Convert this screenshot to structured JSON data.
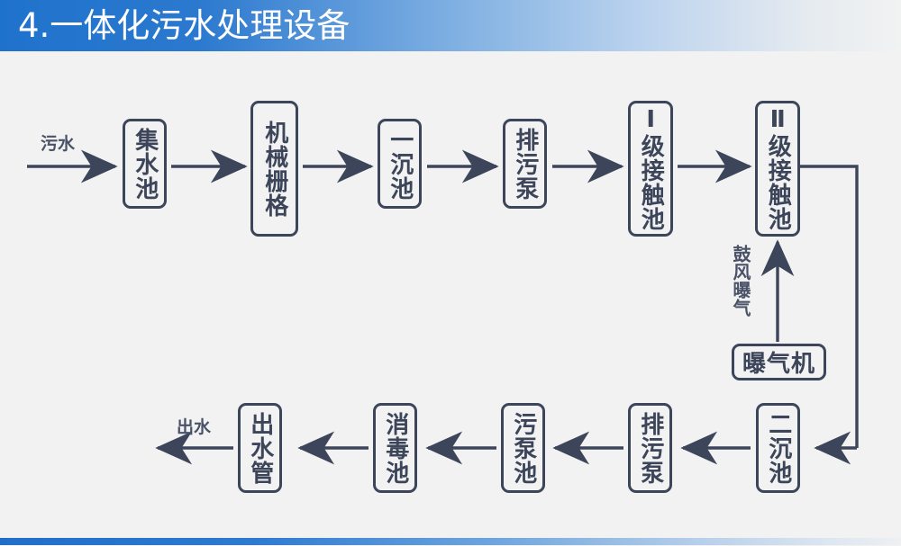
{
  "header": {
    "title": "4.一体化污水处理设备",
    "bg_gradient_from": "#1f72cc",
    "bg_gradient_to": "#f1f2f2"
  },
  "footer": {
    "bg_gradient_from": "#1f6fc9",
    "bg_gradient_to": "#eef0f2"
  },
  "theme": {
    "stroke": "#3c4559",
    "canvas_bg": "#f2f2f2",
    "text": "#3c4559"
  },
  "diagram": {
    "type": "process-flow",
    "title": "一体化污水处理设备",
    "annotations": [
      {
        "id": "inlet",
        "text": "污水"
      },
      {
        "id": "blower-aeration",
        "text": "鼓风曝气"
      },
      {
        "id": "outlet",
        "text": "出水"
      }
    ],
    "nodes": [
      {
        "id": "collection-tank",
        "label": "集水池",
        "row": 1
      },
      {
        "id": "mechanical-grating",
        "label": "机械栅格",
        "row": 1
      },
      {
        "id": "primary-settler",
        "label": "一沉池",
        "row": 1
      },
      {
        "id": "sewage-pump-1",
        "label": "排污泵",
        "row": 1
      },
      {
        "id": "contact-tank-1",
        "label": "Ⅰ级接触池",
        "row": 1
      },
      {
        "id": "contact-tank-2",
        "label": "Ⅱ级接触池",
        "row": 1
      },
      {
        "id": "aerator",
        "label": "曝气机",
        "row": 1.5
      },
      {
        "id": "secondary-settler",
        "label": "二沉池",
        "row": 2
      },
      {
        "id": "sewage-pump-2",
        "label": "排污泵",
        "row": 2
      },
      {
        "id": "sludge-pump-tank",
        "label": "污泵池",
        "row": 2
      },
      {
        "id": "disinfection-tank",
        "label": "消毒池",
        "row": 2
      },
      {
        "id": "outlet-pipe",
        "label": "出水管",
        "row": 2
      }
    ],
    "edges": [
      {
        "from": "inlet",
        "to": "collection-tank"
      },
      {
        "from": "collection-tank",
        "to": "mechanical-grating"
      },
      {
        "from": "mechanical-grating",
        "to": "primary-settler"
      },
      {
        "from": "primary-settler",
        "to": "sewage-pump-1"
      },
      {
        "from": "sewage-pump-1",
        "to": "contact-tank-1"
      },
      {
        "from": "contact-tank-1",
        "to": "contact-tank-2"
      },
      {
        "from": "aerator",
        "to": "contact-tank-2",
        "label": "鼓风曝气"
      },
      {
        "from": "contact-tank-2",
        "to": "secondary-settler"
      },
      {
        "from": "secondary-settler",
        "to": "sewage-pump-2"
      },
      {
        "from": "sewage-pump-2",
        "to": "sludge-pump-tank"
      },
      {
        "from": "sludge-pump-tank",
        "to": "disinfection-tank"
      },
      {
        "from": "disinfection-tank",
        "to": "outlet-pipe"
      },
      {
        "from": "outlet-pipe",
        "to": "outlet"
      }
    ]
  }
}
